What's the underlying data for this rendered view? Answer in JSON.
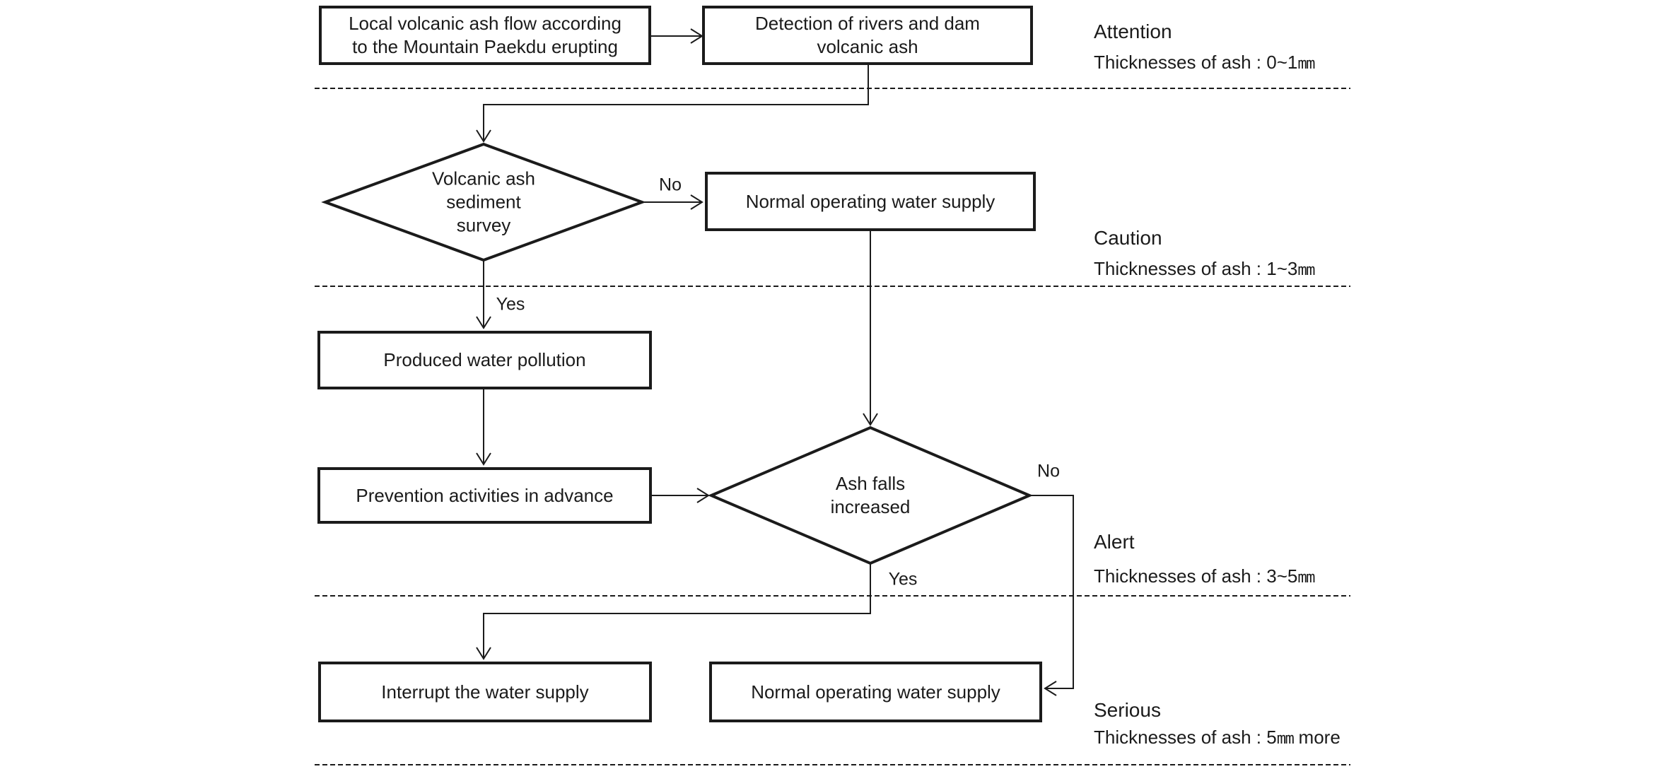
{
  "page": {
    "background": "#ffffff"
  },
  "colors": {
    "line": "#1b1b1b",
    "text": "#1b1b1b",
    "node_fill": "#ffffff"
  },
  "flowchart": {
    "nodes": {
      "start": {
        "label": "Local volcanic ash flow according\nto the Mountain Paekdu erupting"
      },
      "detection": {
        "label": "Detection of rivers and dam\nvolcanic ash"
      },
      "survey_decision": {
        "label": "Volcanic ash\nsediment\nsurvey"
      },
      "normal_supply_1": {
        "label": "Normal operating water supply"
      },
      "produced_pollution": {
        "label": "Produced water pollution"
      },
      "prevention": {
        "label": "Prevention activities in advance"
      },
      "ash_falls_decision": {
        "label": "Ash falls\nincreased"
      },
      "interrupt_supply": {
        "label": "Interrupt the water supply"
      },
      "normal_supply_2": {
        "label": "Normal operating water supply"
      }
    },
    "edge_labels": {
      "survey_no": "No",
      "survey_yes": "Yes",
      "ash_no": "No",
      "ash_yes": "Yes"
    }
  },
  "severity_levels": [
    {
      "name": "Attention",
      "thickness_prefix": "Thicknesses of ash : ",
      "thickness_range": "0~1",
      "thickness_unit": "mm",
      "thickness_suffix": ""
    },
    {
      "name": "Caution",
      "thickness_prefix": "Thicknesses of ash : ",
      "thickness_range": "1~3",
      "thickness_unit": "mm",
      "thickness_suffix": ""
    },
    {
      "name": "Alert",
      "thickness_prefix": "Thicknesses of ash : ",
      "thickness_range": "3~5",
      "thickness_unit": "mm",
      "thickness_suffix": ""
    },
    {
      "name": "Serious",
      "thickness_prefix": "Thicknesses of ash : ",
      "thickness_range": "5",
      "thickness_unit": "mm",
      "thickness_suffix": " more"
    }
  ]
}
